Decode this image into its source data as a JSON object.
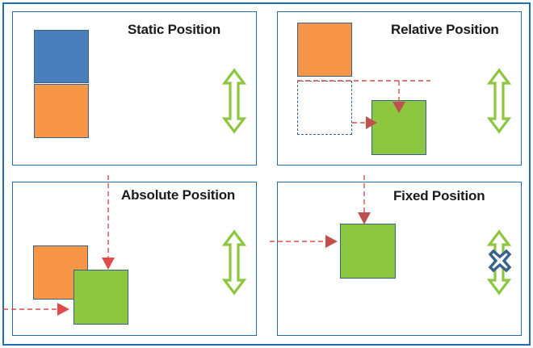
{
  "diagram": {
    "title_style_note": "four-quadrant CSS position illustration",
    "colors": {
      "frame_blue": "#1f6fb2",
      "box_blue": "#4a7ebb",
      "box_orange": "#f79646",
      "box_green": "#8dc63f",
      "box_border": "#38618c",
      "arrow_red": "#d94f4f",
      "arrow_green_fill": "#ffffff",
      "arrow_green_stroke": "#8dc63f",
      "cross_blue": "#38618c"
    },
    "panels": [
      {
        "key": "static",
        "title": "Static Position",
        "boxes": [
          {
            "name": "blue-box",
            "color": "box_blue"
          },
          {
            "name": "orange-box",
            "color": "box_orange"
          }
        ],
        "scroll_arrow": "vertical-double-arrow",
        "locked": false
      },
      {
        "key": "relative",
        "title": "Relative Position",
        "boxes": [
          {
            "name": "orange-box",
            "color": "box_orange"
          },
          {
            "name": "ghost-outline-box",
            "color": "none"
          },
          {
            "name": "green-box",
            "color": "box_green"
          }
        ],
        "scroll_arrow": "vertical-double-arrow",
        "locked": false
      },
      {
        "key": "absolute",
        "title": "Absolute Position",
        "boxes": [
          {
            "name": "orange-box",
            "color": "box_orange"
          },
          {
            "name": "green-box",
            "color": "box_green"
          }
        ],
        "scroll_arrow": "vertical-double-arrow",
        "locked": false
      },
      {
        "key": "fixed",
        "title": "Fixed Position",
        "boxes": [
          {
            "name": "green-box",
            "color": "box_green"
          }
        ],
        "scroll_arrow": "vertical-double-arrow",
        "locked": true
      }
    ]
  }
}
